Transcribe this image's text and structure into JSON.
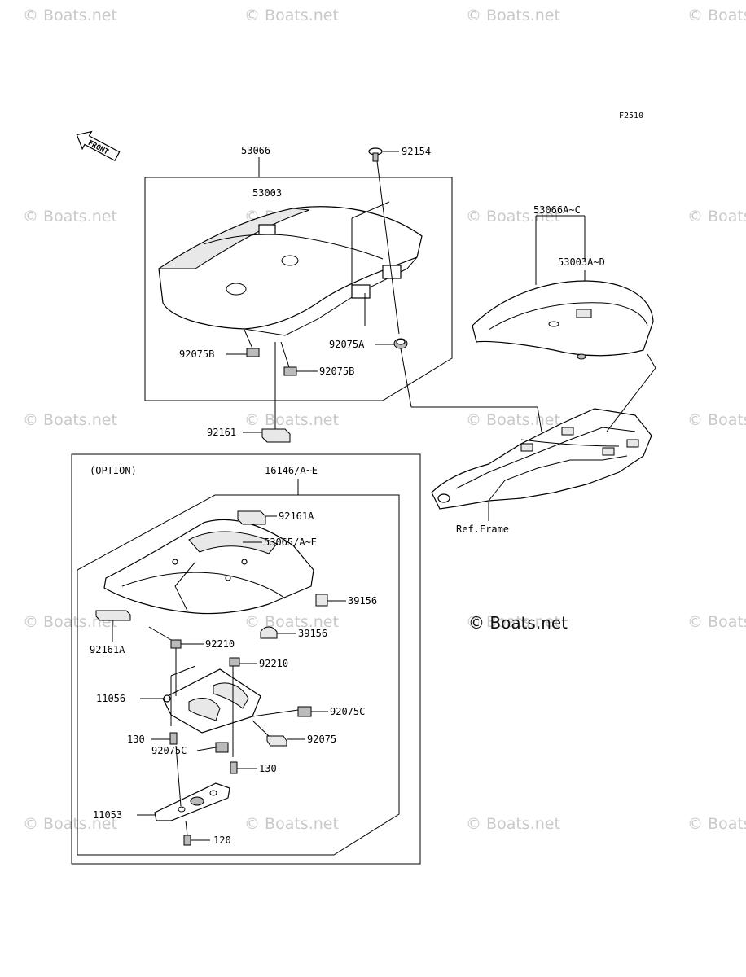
{
  "diagram_code": "F2510",
  "front_arrow_label": "FRONT",
  "watermark_text": "© Boats.net",
  "option_label": "(OPTION)",
  "ref_frame_label": "Ref.Frame",
  "labels": {
    "l53066": "53066",
    "l92154": "92154",
    "l53003": "53003",
    "l53066A": "53066A~C",
    "l53003A": "53003A~D",
    "l92075A": "92075A",
    "l92075B_1": "92075B",
    "l92075B_2": "92075B",
    "l92161": "92161",
    "l16146": "16146/A~E",
    "l92161A_1": "92161A",
    "l53065": "53065/A~E",
    "l39156_1": "39156",
    "l39156_2": "39156",
    "l92161A_2": "92161A",
    "l92210_1": "92210",
    "l92210_2": "92210",
    "l11056": "11056",
    "l92075C_1": "92075C",
    "l130_1": "130",
    "l92075": "92075",
    "l92075C_2": "92075C",
    "l130_2": "130",
    "l11053": "11053",
    "l120": "120"
  }
}
